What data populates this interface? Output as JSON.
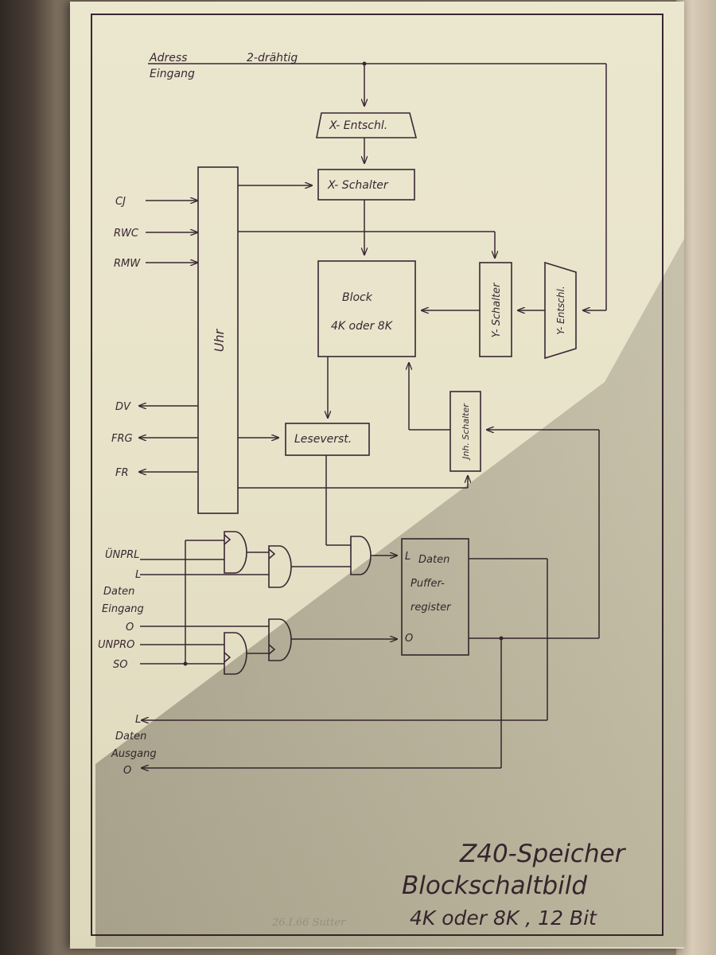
{
  "inputs": {
    "address": "Adress",
    "address_2": "Eingang",
    "two_wire": "2-drähtig",
    "cj": "CJ",
    "rwc": "RWC",
    "rmw": "RMW",
    "unprl": "ÜNPRL",
    "l_in": "L",
    "data_in": "Daten",
    "data_in_2": "Eingang",
    "o_in": "O",
    "unpro": "UNPRO",
    "so": "SO"
  },
  "outputs": {
    "dv": "DV",
    "frg": "FRG",
    "fr": "FR",
    "l_out": "L",
    "data_out": "Daten",
    "data_out_2": "Ausgang",
    "o_out": "O"
  },
  "blocks": {
    "x_decoder": "X- Entschl.",
    "x_switch": "X- Schalter",
    "clock": "Uhr",
    "memory_block": "Block",
    "memory_block_2": "4K oder 8K",
    "y_switch": "Y- Schalter",
    "y_decoder": "Y- Entschl.",
    "inhibit_switch": "Jnh. Schalter",
    "sense_amp": "Leseverst.",
    "data_buffer": "Daten",
    "data_buffer_2": "Puffer-",
    "data_buffer_3": "register",
    "buffer_l": "L",
    "buffer_o": "O"
  },
  "title": {
    "line1": "Z40-Speicher",
    "line2": "Blockschaltbild",
    "line3": "4K oder 8K ,  12 Bit"
  },
  "pencil_note": "26.I.66 Sutter"
}
